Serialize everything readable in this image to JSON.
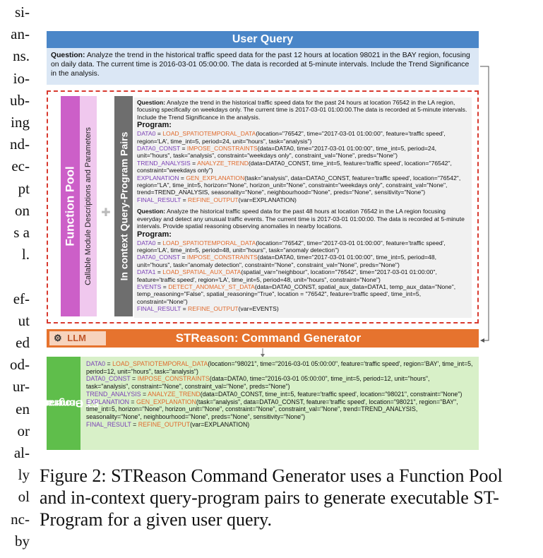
{
  "left_column": [
    "si-",
    "an-",
    "ns.",
    "io-",
    "ub-",
    "ing",
    "nd-",
    "ec-",
    "pt",
    "on",
    "s a",
    "l.",
    "",
    "ef-",
    "ut",
    "ed",
    "od-",
    "ur-",
    "en",
    "or",
    "al-",
    "ly",
    "ol",
    "nc-",
    "by"
  ],
  "figure": {
    "user_query_title": "User Query",
    "user_query_label": "Question:",
    "user_query_text": " Analyze the trend in the historical traffic speed data for the past 12 hours at location 98021 in the BAY region, focusing on daily data. The current time is 2016-03-01 05:00:00. The data is recorded at 5-minute intervals. Include the Trend Significance in the analysis.",
    "function_pool_label": "Function Pool",
    "callable_label": "Callable Module Descriptions and Parameters",
    "plus_symbol": "✚",
    "incontext_label": "In context Query-Program Pairs",
    "example1": {
      "q_label": "Question:",
      "q_text": " Analyze the trend in the historical traffic speed data for the past 24 hours at location 76542 in the LA region, focusing specifically on weekdays only. The current time is 2017-03-01 01:00:00.The data is recorded at 5-minute intervals. Include the Trend Significance in the analysis.",
      "program_label": "Program:",
      "lines": [
        {
          "var": "DATA0",
          "eq": " = ",
          "fn": "LOAD_SPATIOTEMPORAL_DATA",
          "args": "(location=\"76542\", time=\"2017-03-01 01:00:00\", feature='traffic speed', region='LA', time_int=5, period=24, unit=\"hours\", task=\"analysis\")"
        },
        {
          "var": "DATA0_CONST",
          "eq": " = ",
          "fn": "IMPOSE_CONSTRAINTS",
          "args": "(data=DATA0, time=\"2017-03-01 01:00:00\", time_int=5, period=24, unit=\"hours\", task=\"analysis\", constraint=\"weekdays only\", constraint_val=\"None\", preds=\"None\")"
        },
        {
          "var": "TREND_ANALYSIS",
          "eq": " = ",
          "fn": "ANALYZE_TREND",
          "args": "(data=DATA0_CONST, time_int=5, feature='traffic speed', location=\"76542\", constraint=\"weekdays only\")"
        },
        {
          "var": "EXPLANATION",
          "eq": " = ",
          "fn": "GEN_EXPLANATION",
          "args": "(task=\"analysis\", data=DATA0_CONST, feature='traffic speed', location=\"76542\", region=\"LA\", time_int=5, horizon=\"None\", horizon_unit=\"None\", constraint=\"weekdays only\", constraint_val=\"None\", trend=TREND_ANALYSIS, seasonality=\"None\", neighbourhood=\"None\", preds=\"None\", sensitivity=\"None\")"
        },
        {
          "var": "FINAL_RESULT",
          "eq": " = ",
          "fn": "REFINE_OUTPUT",
          "args": "(var=EXPLANATION)"
        }
      ]
    },
    "example2": {
      "q_label": "Question:",
      "q_text": " Analyze the historical traffic speed data for the past 48 hours at location 76542 in the LA region focusing everyday and detect any unusual traffic events. The current time is 2017-03-01 01:00:00. The data is recorded at 5-minute intervals. Provide spatial reasoning observing anomalies in nearby locations.",
      "program_label": "Program:",
      "lines": [
        {
          "var": "DATA0",
          "eq": " = ",
          "fn": "LOAD_SPATIOTEMPORAL_DATA",
          "args": "(location=\"76542\", time=\"2017-03-01 01:00:00\", feature='traffic speed', region='LA', time_int=5, period=48, unit=\"hours\", task=\"anomaly detection\")"
        },
        {
          "var": "DATA0_CONST",
          "eq": " = ",
          "fn": "IMPOSE_CONSTRAINTS",
          "args": "(data=DATA0, time=\"2017-03-01 01:00:00\", time_int=5, period=48, unit=\"hours\", task=\"anomaly detection\", constraint=\"None\", constraint_val=\"None\", preds=\"None\")"
        },
        {
          "var": "DATA1",
          "eq": " = ",
          "fn": "LOAD_SPATIAL_AUX_DATA",
          "args": "(spatial_var=\"neighbour\", location=\"76542\", time=\"2017-03-01 01:00:00\", feature='traffic speed', region='LA', time_int=5, period=48, unit=\"hours\", constraint=\"None\")"
        },
        {
          "var": "EVENTS",
          "eq": " = ",
          "fn": "DETECT_ANOMALY_ST_DATA",
          "args": "(data=DATA0_CONST, spatial_aux_data=DATA1, temp_aux_data=\"None\", temp_reasoning=\"False\", spatial_reasoning=\"True\", location = \"76542\", feature='traffic speed', time_int=5, constraint=\"None\")"
        },
        {
          "var": "FINAL_RESULT",
          "eq": " = ",
          "fn": "REFINE_OUTPUT",
          "args": "(var=EVENTS)"
        }
      ]
    },
    "llm_label": "LLM",
    "llm_icon": "⚙",
    "generator_title": "STReason: Command Generator",
    "down_arrow": "↓",
    "generated_label_1": "Generated",
    "generated_label_2": "ST Program",
    "generated_lines": [
      {
        "var": "DATA0",
        "eq": " = ",
        "fn": "LOAD_SPATIOTEMPORAL_DATA",
        "args": "(location=\"98021\", time=\"2016-03-01 05:00:00\", feature='traffic speed', region='BAY', time_int=5, period=12, unit=\"hours\", task=\"analysis\")"
      },
      {
        "var": "DATA0_CONST",
        "eq": " = ",
        "fn": "IMPOSE_CONSTRAINTS",
        "args": "(data=DATA0, time=\"2016-03-01 05:00:00\", time_int=5, period=12, unit=\"hours\", task=\"analysis\", constraint=\"None\", constraint_val=\"None\", preds=\"None\")"
      },
      {
        "var": "TREND_ANALYSIS",
        "eq": " = ",
        "fn": "ANALYZE_TREND",
        "args": "(data=DATA0_CONST, time_int=5, feature='traffic speed', location=\"98021\", constraint=\"None\")"
      },
      {
        "var": "EXPLANATION",
        "eq": " = ",
        "fn": "GEN_EXPLANATION",
        "args": "(task=\"analysis\", data=DATA0_CONST, feature='traffic speed', location=\"98021\", region=\"BAY\", time_int=5, horizon=\"None\", horizon_unit=\"None\", constraint=\"None\", constraint_val=\"None\", trend=TREND_ANALYSIS, seasonality=\"None\", neighbourhood=\"None\", preds=\"None\", sensitivity=\"None\")"
      },
      {
        "var": "FINAL_RESULT",
        "eq": " = ",
        "fn": "REFINE_OUTPUT",
        "args": "(var=EXPLANATION)"
      }
    ]
  },
  "caption": "Figure 2: STReason Command Generator uses a Function Pool and in-context query-program pairs to generate executable ST-Program for a given user query.",
  "colors": {
    "banner_blue": "#4a86c8",
    "query_bg": "#dbe7f5",
    "dash_red": "#d83a2f",
    "function_pool_magenta": "#cc5fc8",
    "callable_pink": "#f0c8ee",
    "incontext_gray": "#6e6e6e",
    "generator_orange": "#e6732e",
    "generated_green": "#5fbe4b",
    "generated_bg": "#d8f0c8",
    "fn_orange": "#e06a2c",
    "var_purple": "#7a3fb5"
  }
}
